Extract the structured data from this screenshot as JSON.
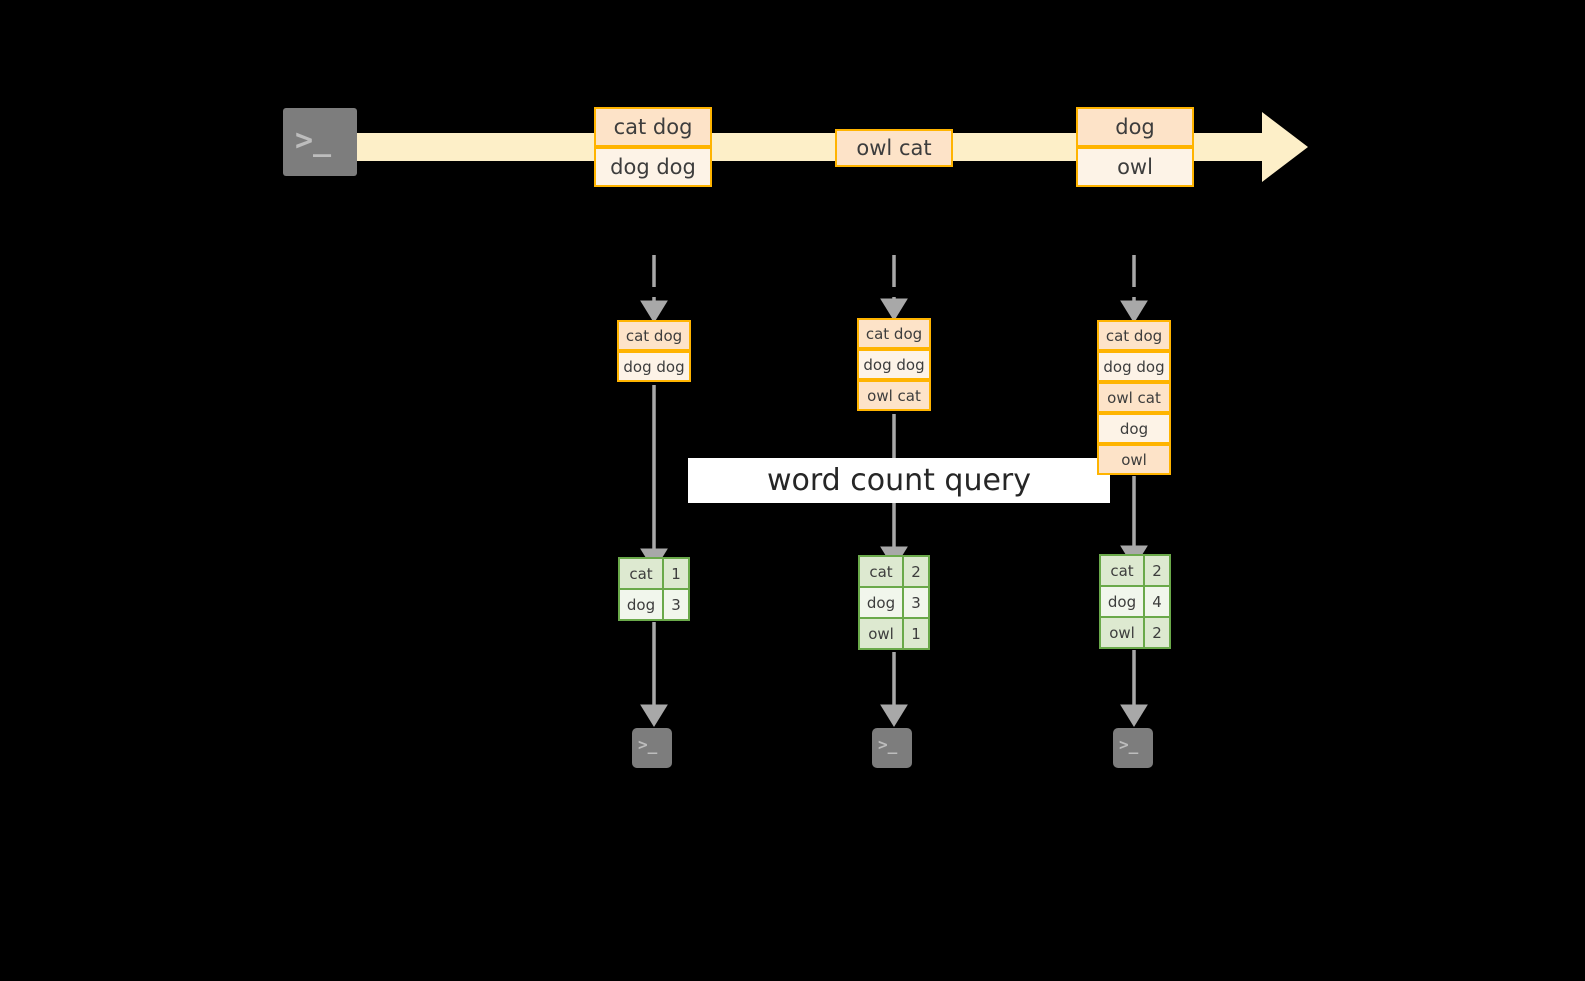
{
  "diagram": {
    "title_label": "word count query",
    "colors": {
      "stream_band": "#FDEFC8",
      "box_border": "#FFB400",
      "box_fill_dark": "#FDE3C8",
      "box_fill_light": "#FDF3E7",
      "table_border": "#6AA94A",
      "table_fill_dark": "#DDE9D0",
      "table_fill_light": "#F1F6EC",
      "arrow_gray": "#A8A8A8",
      "terminal_gray": "#7D7D7D",
      "background": "#000000"
    },
    "source": {
      "icon": "terminal-icon",
      "prompt_glyph": ">_"
    },
    "stream": {
      "arrow_direction": "right",
      "groups": [
        {
          "name": "stream-group-1",
          "records": [
            {
              "text": "cat dog",
              "shade": "dark"
            },
            {
              "text": "dog dog",
              "shade": "light"
            }
          ]
        },
        {
          "name": "stream-group-2",
          "records": [
            {
              "text": "owl cat",
              "shade": "dark"
            }
          ]
        },
        {
          "name": "stream-group-3",
          "records": [
            {
              "text": "dog",
              "shade": "dark"
            },
            {
              "text": "owl",
              "shade": "light"
            }
          ]
        }
      ]
    },
    "snapshots": [
      {
        "name": "snapshot-1",
        "records": [
          {
            "text": "cat dog",
            "shade": "dark"
          },
          {
            "text": "dog dog",
            "shade": "light"
          }
        ],
        "result": {
          "rows": [
            {
              "key": "cat",
              "value": "1",
              "shade": "dark"
            },
            {
              "key": "dog",
              "value": "3",
              "shade": "light"
            }
          ]
        },
        "sink": {
          "icon": "terminal-icon",
          "prompt_glyph": ">_"
        }
      },
      {
        "name": "snapshot-2",
        "records": [
          {
            "text": "cat dog",
            "shade": "dark"
          },
          {
            "text": "dog dog",
            "shade": "light"
          },
          {
            "text": "owl cat",
            "shade": "dark"
          }
        ],
        "result": {
          "rows": [
            {
              "key": "cat",
              "value": "2",
              "shade": "dark"
            },
            {
              "key": "dog",
              "value": "3",
              "shade": "light"
            },
            {
              "key": "owl",
              "value": "1",
              "shade": "dark"
            }
          ]
        },
        "sink": {
          "icon": "terminal-icon",
          "prompt_glyph": ">_"
        }
      },
      {
        "name": "snapshot-3",
        "records": [
          {
            "text": "cat dog",
            "shade": "dark"
          },
          {
            "text": "dog dog",
            "shade": "light"
          },
          {
            "text": "owl cat",
            "shade": "dark"
          },
          {
            "text": "dog",
            "shade": "light"
          },
          {
            "text": "owl",
            "shade": "dark"
          }
        ],
        "result": {
          "rows": [
            {
              "key": "cat",
              "value": "2",
              "shade": "dark"
            },
            {
              "key": "dog",
              "value": "4",
              "shade": "light"
            },
            {
              "key": "owl",
              "value": "2",
              "shade": "dark"
            }
          ]
        },
        "sink": {
          "icon": "terminal-icon",
          "prompt_glyph": ">_"
        }
      }
    ]
  }
}
